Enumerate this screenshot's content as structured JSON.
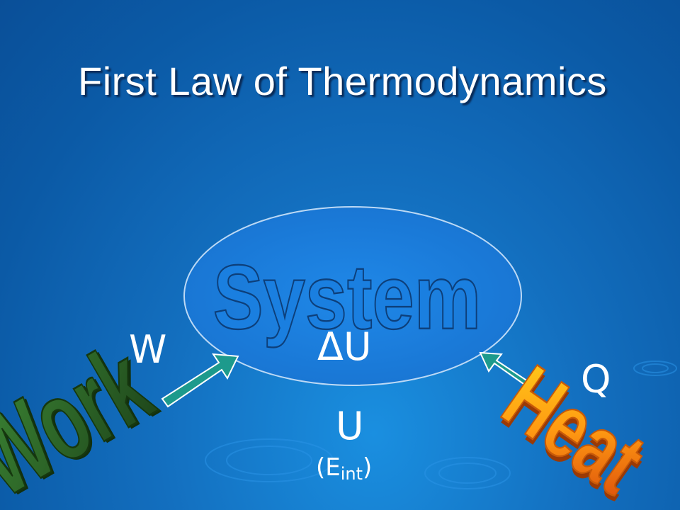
{
  "slide": {
    "title": "First Law of Thermodynamics",
    "system_label": "System",
    "work_label": "Work",
    "heat_label": "Heat",
    "w_symbol": "W",
    "delta_u": "ΔU",
    "q_symbol": "Q",
    "u_symbol": "U",
    "e_int_open": "(E",
    "e_int_sub": "int",
    "e_int_close": ")"
  },
  "colors": {
    "background": "#0b5aa6",
    "ellipse_fill": "#1a7fe0",
    "arrow": "#1d9a8c",
    "work_green": "#2f6b2a",
    "heat_orange": "#f08a10"
  }
}
